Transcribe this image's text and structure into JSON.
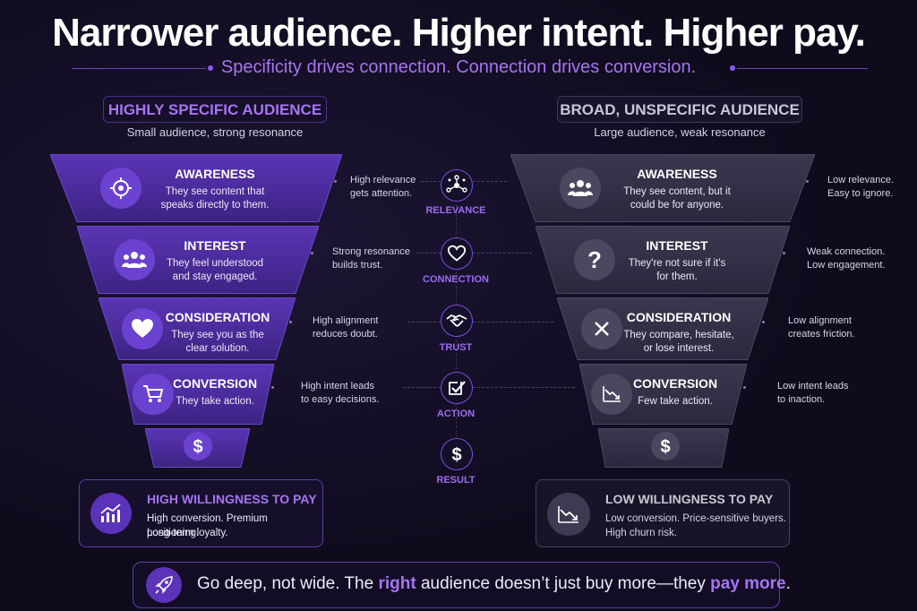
{
  "title": "Narrower audience. Higher intent. Higher pay.",
  "subtitle": "Specificity drives connection. Connection drives conversion.",
  "left": {
    "heading": "HIGHLY SPECIFIC AUDIENCE",
    "subheading": "Small audience, strong resonance",
    "stages": [
      {
        "title": "AWARENESS",
        "desc1": "They see content that",
        "desc2": "speaks directly to them.",
        "icon": "target-icon",
        "note1": "High relevance",
        "note2": "gets attention."
      },
      {
        "title": "INTEREST",
        "desc1": "They feel understood",
        "desc2": "and stay engaged.",
        "icon": "people-icon",
        "note1": "Strong resonance",
        "note2": "builds trust."
      },
      {
        "title": "CONSIDERATION",
        "desc1": "They see you as the",
        "desc2": "clear solution.",
        "icon": "heart-icon",
        "note1": "High alignment",
        "note2": "reduces doubt."
      },
      {
        "title": "CONVERSION",
        "desc1": "They take action.",
        "desc2": "",
        "icon": "cart-icon",
        "note1": "High intent leads",
        "note2": "to easy decisions."
      }
    ],
    "result_symbol": "$",
    "result_title": "HIGH WILLINGNESS TO PAY",
    "result_desc1": "High conversion. Premium positioning.",
    "result_desc2": "Long-term loyalty."
  },
  "right": {
    "heading": "BROAD, UNSPECIFIC AUDIENCE",
    "subheading": "Large audience, weak resonance",
    "stages": [
      {
        "title": "AWARENESS",
        "desc1": "They see content, but it",
        "desc2": "could be for anyone.",
        "icon": "people-icon",
        "note1": "Low relevance.",
        "note2": "Easy to ignore."
      },
      {
        "title": "INTEREST",
        "desc1": "They're not sure if it's",
        "desc2": "for them.",
        "icon": "question-icon",
        "note1": "Weak connection.",
        "note2": "Low engagement."
      },
      {
        "title": "CONSIDERATION",
        "desc1": "They compare, hesitate,",
        "desc2": "or lose interest.",
        "icon": "x-icon",
        "note1": "Low alignment",
        "note2": "creates friction."
      },
      {
        "title": "CONVERSION",
        "desc1": "Few take action.",
        "desc2": "",
        "icon": "trend-down-icon",
        "note1": "Low intent leads",
        "note2": "to inaction."
      }
    ],
    "result_symbol": "$",
    "result_title": "LOW WILLINGNESS TO PAY",
    "result_desc1": "Low conversion. Price-sensitive buyers.",
    "result_desc2": "High churn risk."
  },
  "middle": [
    {
      "label": "RELEVANCE",
      "icon": "network-icon"
    },
    {
      "label": "CONNECTION",
      "icon": "heart-outline-icon"
    },
    {
      "label": "TRUST",
      "icon": "handshake-icon"
    },
    {
      "label": "ACTION",
      "icon": "check-icon"
    },
    {
      "label": "RESULT",
      "icon": "dollar-icon"
    }
  ],
  "footer": {
    "part1": "Go deep, not wide. The ",
    "hl1": "right",
    "part2": " audience doesn’t just buy more—they ",
    "hl2": "pay more",
    "part3": "."
  },
  "colors": {
    "accent": "#8b5cf6",
    "left_funnel": "#4b2a9c",
    "right_funnel": "#34324a",
    "background": "#0f0b1d"
  }
}
